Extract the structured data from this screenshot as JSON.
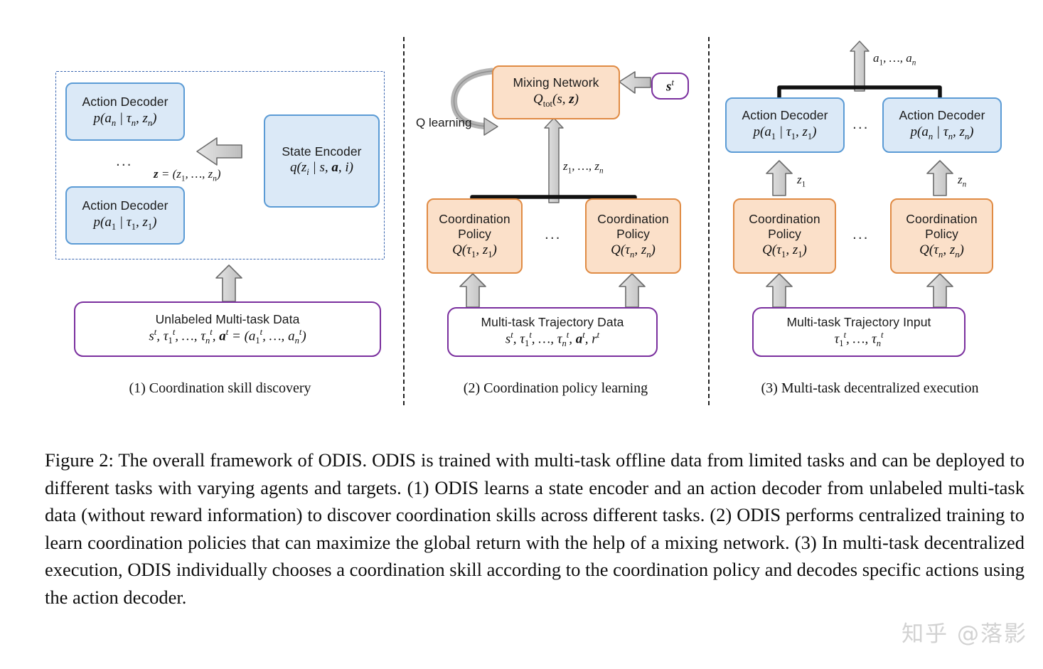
{
  "figure": {
    "panels": [
      {
        "id": "panel-1",
        "label": "(1) Coordination skill discovery",
        "nodes": {
          "action_decoder_n": {
            "line1": "Action Decoder",
            "line2": "p(a_n | τ_n, z_n)"
          },
          "action_decoder_1": {
            "line1": "Action Decoder",
            "line2": "p(a_1 | τ_1, z_1)"
          },
          "state_encoder": {
            "line1": "State Encoder",
            "line2": "q(z_i | s, a, i)"
          },
          "data_box": {
            "line1": "Unlabeled Multi-task Data",
            "line2": "s^t, τ^t_1, …, τ^t_n, a^t = (a^t_1, …, a^t_n)"
          }
        },
        "edge_labels": {
          "z_vector": "z = (z_1, …, z_n)"
        },
        "ellipsis": "..."
      },
      {
        "id": "panel-2",
        "label": "(2) Coordination policy learning",
        "nodes": {
          "mixing_network": {
            "line1": "Mixing Network",
            "line2": "Q_tot(s, z)"
          },
          "state_input": {
            "line1": "s^t"
          },
          "coord_policy_1": {
            "line1": "Coordination",
            "line2": "Policy",
            "line3": "Q(τ_1, z_1)"
          },
          "coord_policy_n": {
            "line1": "Coordination",
            "line2": "Policy",
            "line3": "Q(τ_n, z_n)"
          },
          "data_box": {
            "line1": "Multi-task Trajectory Data",
            "line2": "s^t, τ^t_1, …, τ^t_n, a^t, r^t"
          }
        },
        "edge_labels": {
          "q_learning": "Q learning",
          "z_list": "z_1, …, z_n"
        },
        "ellipsis": "..."
      },
      {
        "id": "panel-3",
        "label": "(3) Multi-task decentralized execution",
        "nodes": {
          "action_decoder_1": {
            "line1": "Action Decoder",
            "line2": "p(a_1 | τ_1, z_1)"
          },
          "action_decoder_n": {
            "line1": "Action Decoder",
            "line2": "p(a_n | τ_n, z_n)"
          },
          "coord_policy_1": {
            "line1": "Coordination",
            "line2": "Policy",
            "line3": "Q(τ_1, z_1)"
          },
          "coord_policy_n": {
            "line1": "Coordination",
            "line2": "Policy",
            "line3": "Q(τ_n, z_n)"
          },
          "data_box": {
            "line1": "Multi-task Trajectory Input",
            "line2": "τ^t_1, …, τ^t_n"
          }
        },
        "edge_labels": {
          "actions_out": "a_1, …, a_n",
          "z_1": "z_1",
          "z_n": "z_n"
        },
        "ellipsis": "..."
      }
    ]
  },
  "caption": {
    "text": "Figure 2: The overall framework of ODIS. ODIS is trained with multi-task offline data from limited tasks and can be deployed to different tasks with varying agents and targets. (1) ODIS learns a state encoder and an action decoder from unlabeled multi-task data (without reward information) to discover coordination skills across different tasks. (2) ODIS performs centralized training to learn coordination policies that can maximize the global return with the help of a mixing network. (3) In multi-task decentralized execution, ODIS individually chooses a coordination skill according to the coordination policy and decodes specific actions using the action decoder."
  },
  "watermark": {
    "text": "知乎 @落影"
  },
  "colors": {
    "blue_fill": "#dbe9f7",
    "blue_border": "#5b9bd5",
    "orange_fill": "#fbe0c9",
    "orange_border": "#e08b44",
    "purple_border": "#7a2f9e",
    "dashed_panel_border": "#3a66b0",
    "arrow_grey": "#cfcfcf",
    "watermark_grey": "#d2d2d2"
  }
}
